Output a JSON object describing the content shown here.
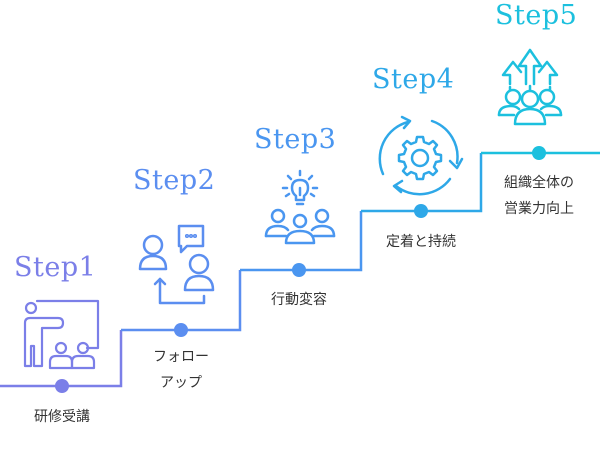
{
  "steps": [
    {
      "title": "Step1",
      "label_lines": [
        "研修受講"
      ],
      "icon": "presentation-teacher-icon",
      "color": "#7B7FE8"
    },
    {
      "title": "Step2",
      "label_lines": [
        "フォロー",
        "アップ"
      ],
      "icon": "follow-up-conversation-icon",
      "color": "#5B8EF0"
    },
    {
      "title": "Step3",
      "label_lines": [
        "行動変容"
      ],
      "icon": "idea-team-icon",
      "color": "#4A96F0"
    },
    {
      "title": "Step4",
      "label_lines": [
        "定着と持続"
      ],
      "icon": "gear-cycle-icon",
      "color": "#2EA8E8"
    },
    {
      "title": "Step5",
      "label_lines": [
        "組織全体の",
        "営業力向上"
      ],
      "icon": "team-growth-arrows-icon",
      "color": "#1CC0DE"
    }
  ]
}
